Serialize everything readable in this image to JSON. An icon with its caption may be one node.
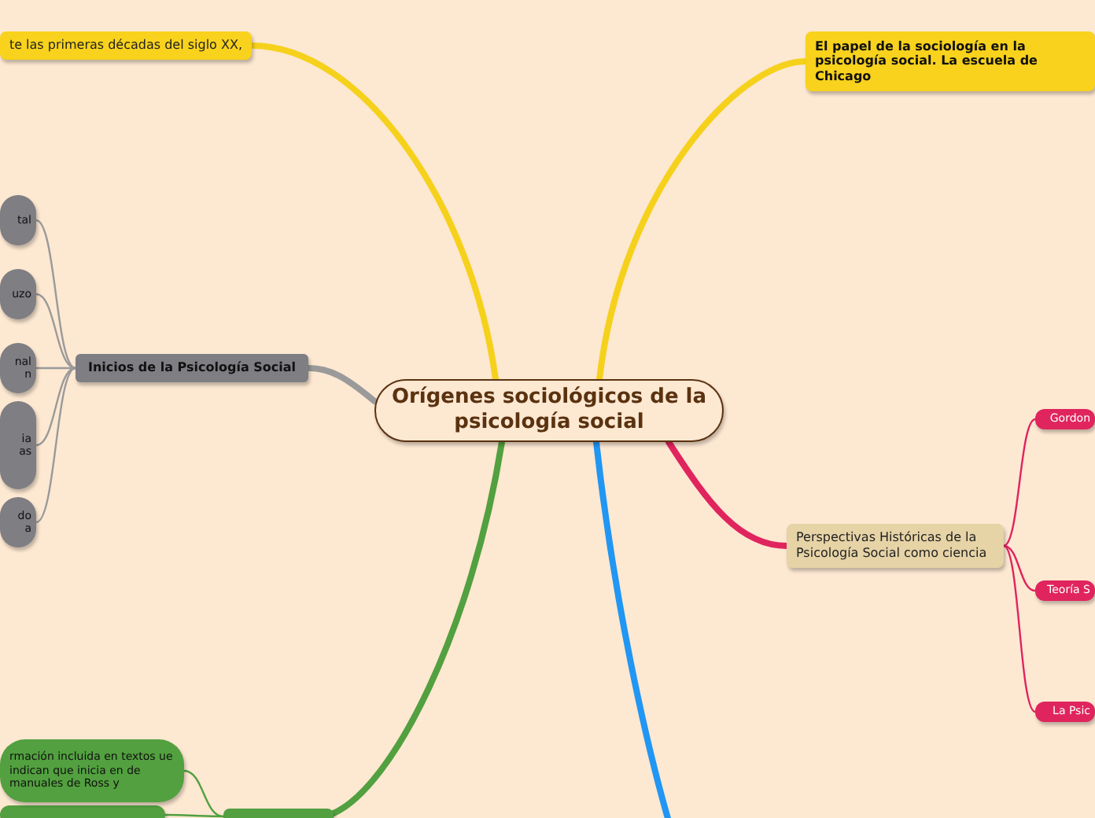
{
  "diagram": {
    "nodes": [
      {
        "text": [
          "Orígenes sociológicos de la psicología social"
        ]
      },
      {
        "text": [
          "te las primeras décadas del siglo XX,"
        ]
      },
      {
        "text": [
          "El papel de la sociología  en la psicología social. La escuela de Chicago"
        ]
      },
      {
        "text": [
          "Inicios de la Psicología Social"
        ]
      },
      {
        "text": [
          "tal"
        ]
      },
      {
        "text": [
          "uzo"
        ]
      },
      {
        "text": [
          "nal n"
        ]
      },
      {
        "text": [
          "ia as"
        ]
      },
      {
        "text": [
          "do a"
        ]
      },
      {
        "text": [
          "Perspectivas Históricas de la Psicología Social como ciencia"
        ]
      },
      {
        "text": [
          "Gordon"
        ]
      },
      {
        "text": [
          "Teoría S"
        ]
      },
      {
        "text": [
          "La Psic"
        ]
      },
      {
        "text": [],
        "shape": "box"
      },
      {
        "text": [],
        "shape": "box"
      },
      {
        "text": [
          "rmación incluida en textos ue indican que inicia en de manuales de Ross y"
        ]
      }
    ],
    "edges": [
      {
        "from": 0,
        "to": 1,
        "arrow": "none",
        "style": "thick",
        "color": "#f5d11c"
      },
      {
        "from": 0,
        "to": 2,
        "arrow": "none",
        "style": "thick",
        "color": "#f5d11c"
      },
      {
        "from": 0,
        "to": 3,
        "arrow": "none",
        "style": "thick",
        "color": "#9a9a9a"
      },
      {
        "from": 3,
        "to": 4,
        "arrow": "none",
        "color": "#9a9a9a"
      },
      {
        "from": 3,
        "to": 5,
        "arrow": "none",
        "color": "#9a9a9a"
      },
      {
        "from": 3,
        "to": 6,
        "arrow": "none",
        "color": "#9a9a9a"
      },
      {
        "from": 3,
        "to": 7,
        "arrow": "none",
        "color": "#9a9a9a"
      },
      {
        "from": 3,
        "to": 8,
        "arrow": "none",
        "color": "#9a9a9a"
      },
      {
        "from": 0,
        "to": 9,
        "arrow": "none",
        "style": "thick",
        "color": "#e0245e"
      },
      {
        "from": 9,
        "to": 10,
        "arrow": "none",
        "color": "#e0245e"
      },
      {
        "from": 9,
        "to": 11,
        "arrow": "none",
        "color": "#e0245e"
      },
      {
        "from": 9,
        "to": 12,
        "arrow": "none",
        "color": "#e0245e"
      },
      {
        "from": 0,
        "to": 14,
        "arrow": "none",
        "style": "thick",
        "color": "#52a03f"
      },
      {
        "from": 14,
        "to": 15,
        "arrow": "none",
        "color": "#52a03f"
      },
      {
        "from": 14,
        "to": 13,
        "arrow": "none",
        "color": "#52a03f"
      },
      {
        "from": 0,
        "to": null,
        "arrow": "none",
        "style": "thick",
        "color": "#2196f3"
      }
    ]
  }
}
